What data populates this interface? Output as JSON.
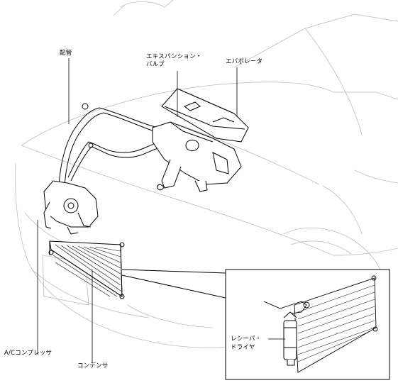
{
  "labels": {
    "piping": "配管",
    "expansion_valve_line1": "エキスパンション・",
    "expansion_valve_line2": "バルブ",
    "evaporator": "エバポレータ",
    "ac_compressor": "A/Cコンプレッサ",
    "condenser": "コンデンサ",
    "receiver_drier_line1": "レシーバ・",
    "receiver_drier_line2": "ドライヤ"
  }
}
